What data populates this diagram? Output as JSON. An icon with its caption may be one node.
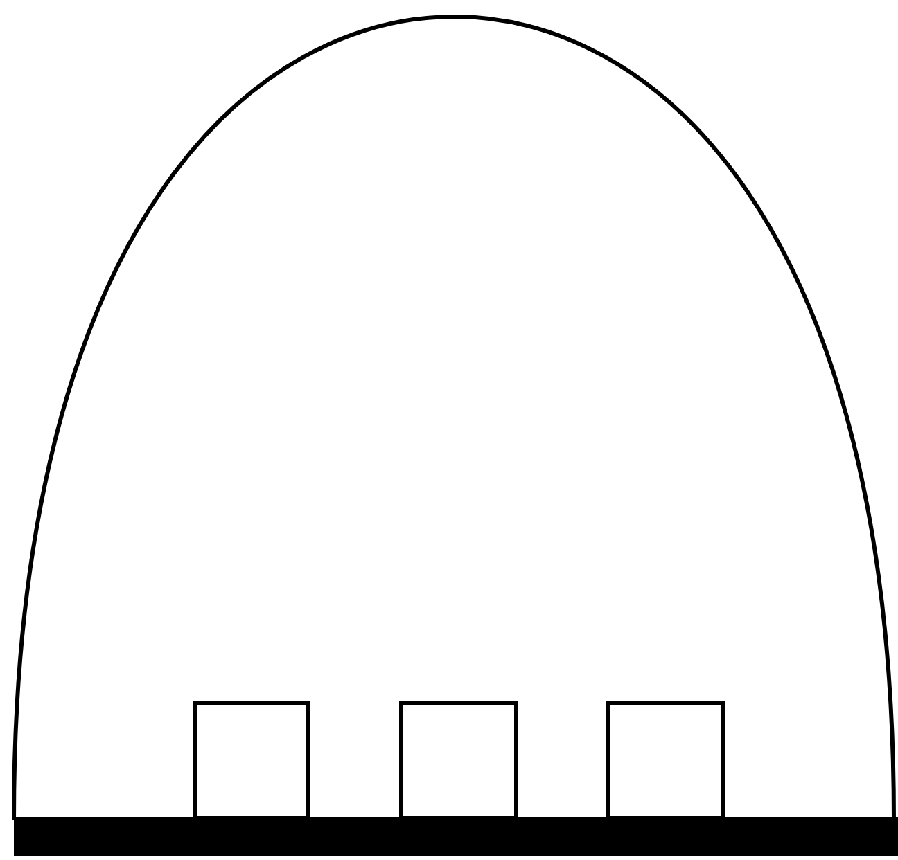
{
  "diagram": {
    "nodes": [
      {
        "text": [],
        "shape": "arch"
      },
      {
        "text": [],
        "shape": "box",
        "in": 0
      },
      {
        "text": [],
        "shape": "box",
        "in": 0
      },
      {
        "text": [],
        "shape": "box",
        "in": 0
      },
      {
        "text": [],
        "shape": "bar"
      }
    ]
  }
}
